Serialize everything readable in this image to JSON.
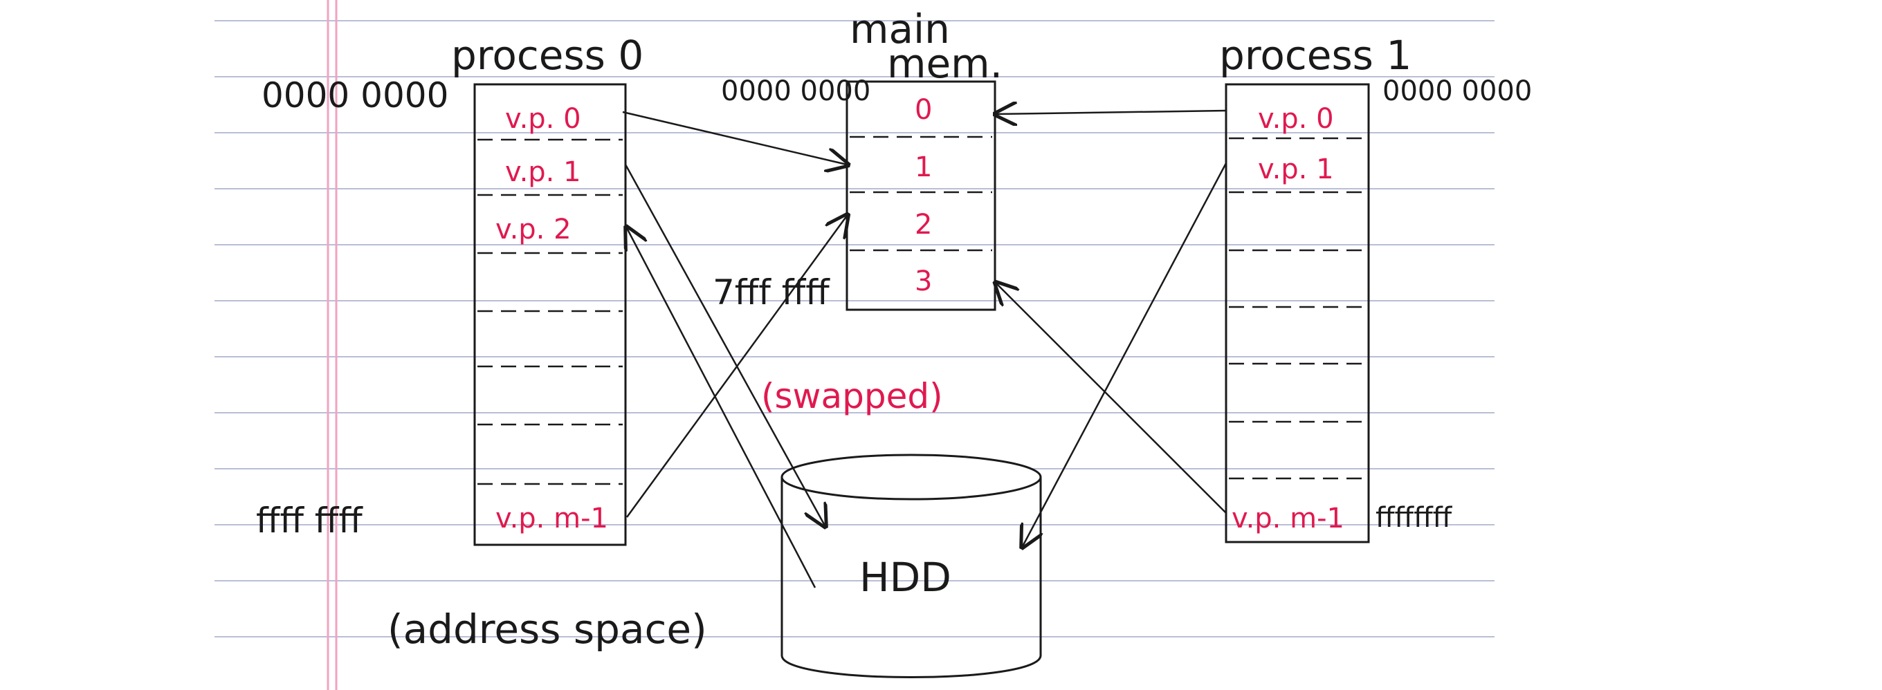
{
  "colors": {
    "paper": "#ffffff",
    "rule_line": "#b9bed6",
    "margin_line": "#f2a3c2",
    "ink": "#1a1a1a",
    "red_ink": "#e0194f"
  },
  "process0": {
    "title": "process 0",
    "start_address": "0000 0000",
    "end_address": "ffff ffff",
    "pages": [
      "v.p. 0",
      "v.p. 1",
      "v.p. 2",
      "",
      "",
      "",
      "",
      "v.p. m-1"
    ]
  },
  "main_memory": {
    "title_line1": "main",
    "title_line2": "mem.",
    "start_address": "0000 0000",
    "end_address": "7fff ffff",
    "frames": [
      "0",
      "1",
      "2",
      "3"
    ]
  },
  "process1": {
    "title": "process 1",
    "start_address": "0000 0000",
    "end_address": "ffffffff",
    "pages": [
      "v.p. 0",
      "v.p. 1",
      "",
      "",
      "",
      "",
      "",
      "v.p. m-1"
    ]
  },
  "disk": {
    "label": "HDD",
    "note": "(swapped)"
  },
  "caption": "(address space)",
  "icons": {
    "disk": "cylinder-icon",
    "arrow": "arrow-head-icon"
  }
}
